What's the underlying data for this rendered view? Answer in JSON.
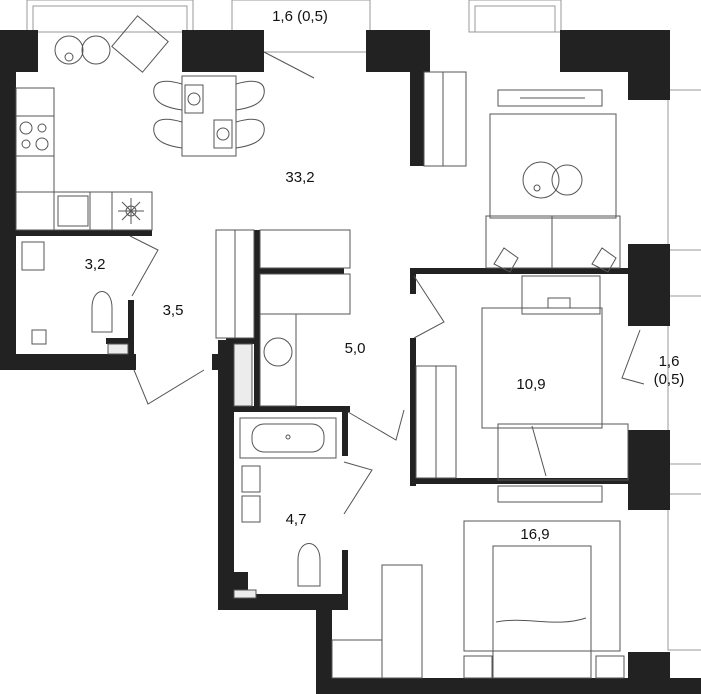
{
  "floor_plan": {
    "rooms": [
      {
        "id": "living-kitchen",
        "area": "33,2"
      },
      {
        "id": "balcony-top",
        "area": "1,6 (0,5)"
      },
      {
        "id": "wc",
        "area": "3,2"
      },
      {
        "id": "hall",
        "area": "3,5"
      },
      {
        "id": "corridor",
        "area": "5,0"
      },
      {
        "id": "bedroom-small",
        "area": "10,9"
      },
      {
        "id": "balcony-right",
        "area_line1": "1,6",
        "area_line2": "(0,5)"
      },
      {
        "id": "bathroom",
        "area": "4,7"
      },
      {
        "id": "bedroom-master",
        "area": "16,9"
      }
    ],
    "colors": {
      "wall": "#222222",
      "line": "#555555",
      "background": "#ffffff"
    }
  }
}
